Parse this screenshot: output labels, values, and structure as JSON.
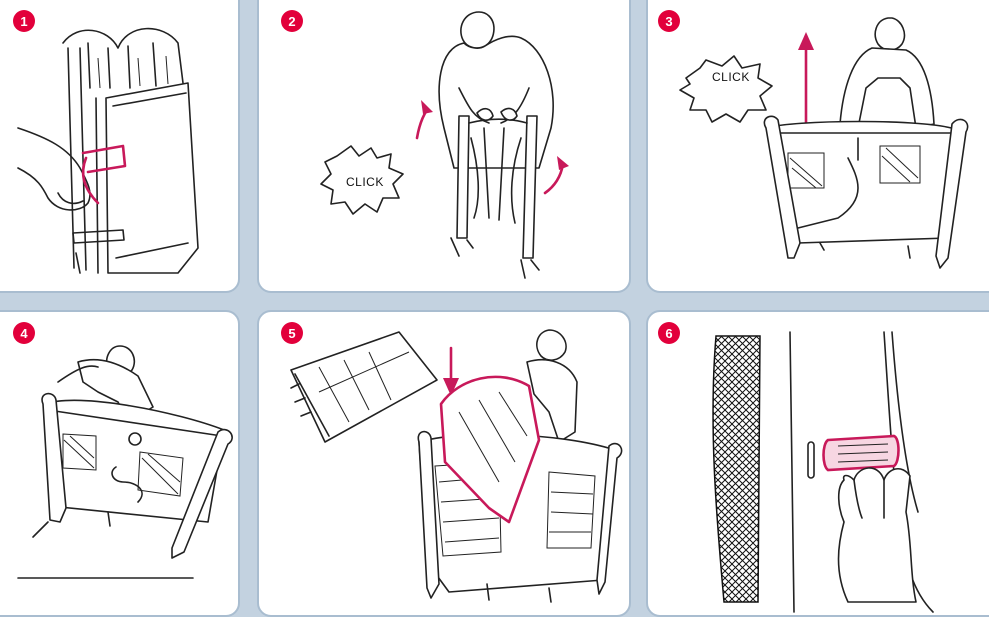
{
  "steps": [
    {
      "number": "1"
    },
    {
      "number": "2",
      "click_text": "CLICK"
    },
    {
      "number": "3",
      "click_text": "CLICK"
    },
    {
      "number": "4"
    },
    {
      "number": "5"
    },
    {
      "number": "6"
    }
  ],
  "colors": {
    "background": "#c3d2e0",
    "panel_border": "#a9bdd0",
    "badge": "#e2003b",
    "accent_pink": "#c8195a",
    "line": "#222222"
  },
  "icons": [
    "folded-playard-strap-icon",
    "man-lifting-rails-icon",
    "man-lifting-playard-icon",
    "man-pushing-floor-down-icon",
    "mattress-pad-icon",
    "velcro-strap-hand-icon"
  ]
}
